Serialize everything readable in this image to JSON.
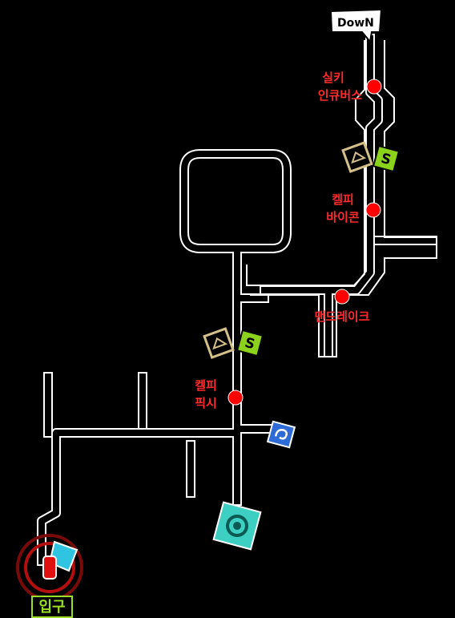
{
  "map": {
    "down_marker": "DowN",
    "entrance_label": "입구",
    "enemies": [
      {
        "line1": "실키",
        "line2": "인큐버스"
      },
      {
        "line1": "켈피",
        "line2": "바이콘"
      },
      {
        "line1": "맨드레이크"
      },
      {
        "line1": "켈피",
        "line2": "픽시"
      }
    ]
  },
  "colors": {
    "background": "#000000",
    "corridor": "#ffffff",
    "enemy_dot": "#ff0000",
    "enemy_text": "#ff2a2a",
    "save_point": "#8bd31a",
    "treasure": "#d6c08a",
    "warp": "#2f6bd6",
    "terminal": "#3ccfc2",
    "entrance": "#9adf27"
  },
  "icons": [
    "down-stairs-icon",
    "treasure-box-icon",
    "save-point-icon",
    "warp-icon",
    "terminal-icon",
    "player-position-icon",
    "enemy-marker-icon"
  ]
}
